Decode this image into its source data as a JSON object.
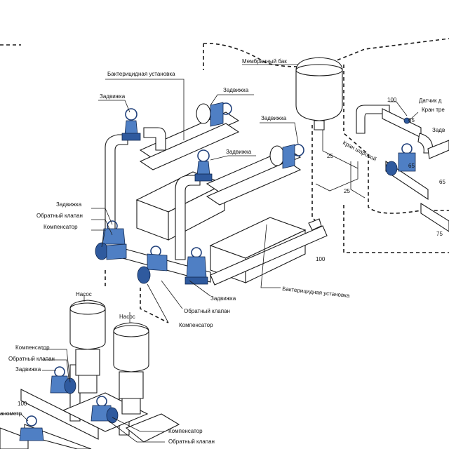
{
  "colors": {
    "valve": "#2f5a9e",
    "valve_light": "#4f7fc4",
    "ink": "#1a1a1a"
  },
  "labels": {
    "bact_top": "Бактерицидная установка",
    "valve_top_left": "Задвижка",
    "valve_top_mid": "Задвижка",
    "valve_mid": "Задвижка",
    "valve_mid2": "Задвижка",
    "membrane_tank": "Мембранный бак",
    "ball_valve": "Кран шаровой",
    "sensor": "Датчик д",
    "tap": "Кран тре",
    "valve_right": "Задв",
    "left_valve": "Задвижка",
    "left_check": "Обратный клапан",
    "left_comp": "Компенсатор",
    "mid_valve": "Задвижка",
    "mid_check": "Обратный клапан",
    "mid_comp": "Компенсатор",
    "bact_bottom": "Бактерицидная установка",
    "pump1": "Насос",
    "pump2": "Насос",
    "bl_comp": "Компенсатор",
    "bl_check": "Обратный клапан",
    "bl_valve": "Задвижка",
    "manometer": "анометр",
    "br_comp": "Компенсатор",
    "br_check": "Обратный клапан"
  },
  "dims": {
    "d100_right": "100",
    "d65_a": "65",
    "d65_b": "65",
    "d65_c": "65",
    "d25_a": "25",
    "d25_b": "25",
    "d75": "75",
    "d100_mid": "100",
    "d100_left": "100"
  }
}
